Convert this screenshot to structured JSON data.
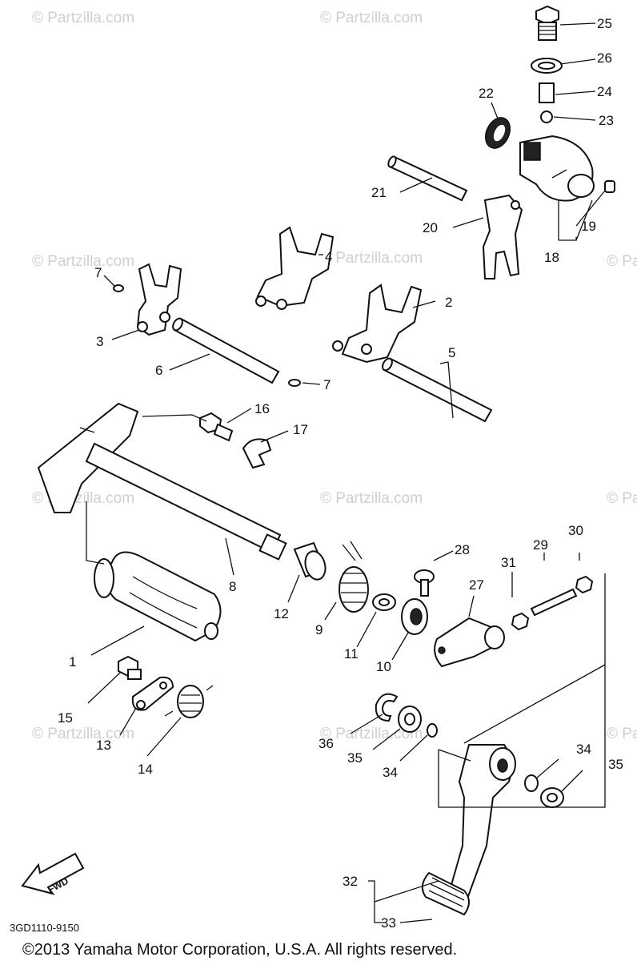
{
  "watermarks": [
    "© Partzilla.com",
    "© Partzilla.com",
    "© Partzilla.com",
    "© Partzilla.com",
    "© Partzilla.com",
    "© Partzilla.com",
    "© Partzilla.com",
    "© Partzilla.com",
    "© Partzilla.com",
    "© Partzilla.com",
    "© Partzilla.com"
  ],
  "callouts": [
    "25",
    "26",
    "24",
    "22",
    "23",
    "21",
    "20",
    "19",
    "18",
    "7",
    "3",
    "4",
    "2",
    "6",
    "7",
    "5",
    "16",
    "17",
    "8",
    "28",
    "30",
    "29",
    "31",
    "27",
    "1",
    "12",
    "9",
    "11",
    "10",
    "15",
    "13",
    "14",
    "36",
    "35",
    "34",
    "34",
    "35",
    "32",
    "33"
  ],
  "fwd_label": "FWD",
  "diagram_code": "3GD1110-9150",
  "copyright": "©2013  Yamaha Motor Corporation, U.S.A. All rights reserved."
}
